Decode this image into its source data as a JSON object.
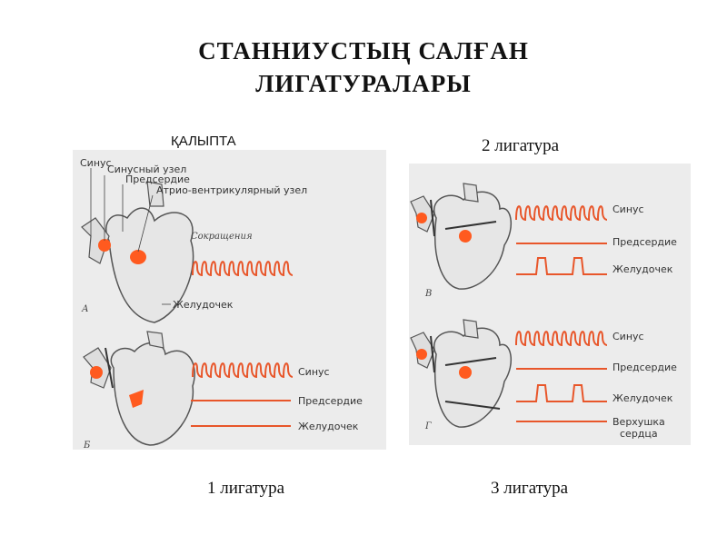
{
  "title": {
    "line1": "СТАННИУСТЫҢ САЛҒАН",
    "line2": "ЛИГАТУРАЛАРЫ"
  },
  "captions": {
    "normal": "ҚАЛЫПТА",
    "lig1": "1 лигатура",
    "lig2": "2 лигатура",
    "lig3": "3 лигатура"
  },
  "figure": {
    "panel_a": {
      "letter": "А",
      "sinus": "Синус",
      "sinus_node": "Синусный узел",
      "atrium": "Предсердие",
      "av_node": "Атрио-вентрикулярный узел",
      "contractions": "Сокращения",
      "ventricle": "Желудочек"
    },
    "panel_b": {
      "letter": "Б",
      "sinus": "Синус",
      "atrium": "Предсердие",
      "ventricle": "Желудочек"
    },
    "panel_v": {
      "letter": "В",
      "sinus": "Синус",
      "atrium": "Предсердие",
      "ventricle": "Желудочек"
    },
    "panel_g": {
      "letter": "Г",
      "sinus": "Синус",
      "atrium": "Предсердие",
      "ventricle": "Желудочек",
      "apex1": "Верхушка",
      "apex2": "сердца"
    }
  },
  "colors": {
    "trace": "#e8562a",
    "node": "#ff5a1f",
    "heart": "#e6e6e6",
    "outline": "#555555"
  }
}
